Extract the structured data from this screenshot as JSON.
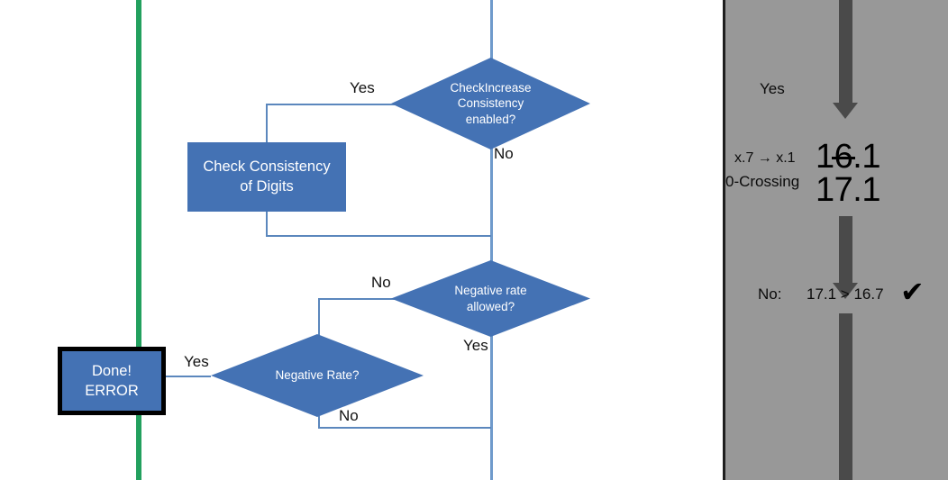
{
  "flowchart": {
    "nodes": {
      "check_increase_diamond": "CheckIncrease Consistency enabled?",
      "check_increase_line1": "CheckIncrease",
      "check_increase_line2": "Consistency",
      "check_increase_line3": "enabled?",
      "check_consistency_box_line1": "Check Consistency",
      "check_consistency_box_line2": "of Digits",
      "negative_rate_allowed_line1": "Negative rate",
      "negative_rate_allowed_line2": "allowed?",
      "negative_rate_diamond": "Negative Rate?",
      "done_error_line1": "Done!",
      "done_error_line2": "ERROR"
    },
    "edge_labels": {
      "check_increase_yes": "Yes",
      "check_increase_no": "No",
      "negative_rate_allowed_no": "No",
      "negative_rate_allowed_yes": "Yes",
      "negative_rate_yes": "Yes",
      "negative_rate_no": "No"
    },
    "colors": {
      "node_fill": "#4472B4",
      "connector": "#5b87bd",
      "spine": "#6f9acb",
      "highlight_line": "#22a05e",
      "terminal_border": "#000000",
      "node_text": "#ffffff"
    }
  },
  "panel": {
    "yes_label": "Yes",
    "rule_line1": "x.7 → x.1",
    "rule_line2": "0-Crossing",
    "value_struck": "16.1",
    "value_kept": "17.1",
    "result_prefix": "No:",
    "result_comparison": "17.1 > 16.7",
    "result_check": "✔",
    "colors": {
      "background": "#989898",
      "arrow": "#4a4a4a",
      "text": "#0b0b0b",
      "border": "#1e1e1e"
    }
  }
}
